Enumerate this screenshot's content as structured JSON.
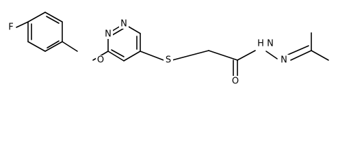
{
  "structure": {
    "atoms": {
      "fluorine": "F",
      "ether_oxygen": "O",
      "ring_nitrogen_1": "N",
      "ring_nitrogen_2": "N",
      "sulfur": "S",
      "carbonyl_oxygen": "O",
      "amide_nitrogen": "N",
      "hydrazone_nitrogen": "N"
    },
    "amide_nh_label": "H"
  }
}
